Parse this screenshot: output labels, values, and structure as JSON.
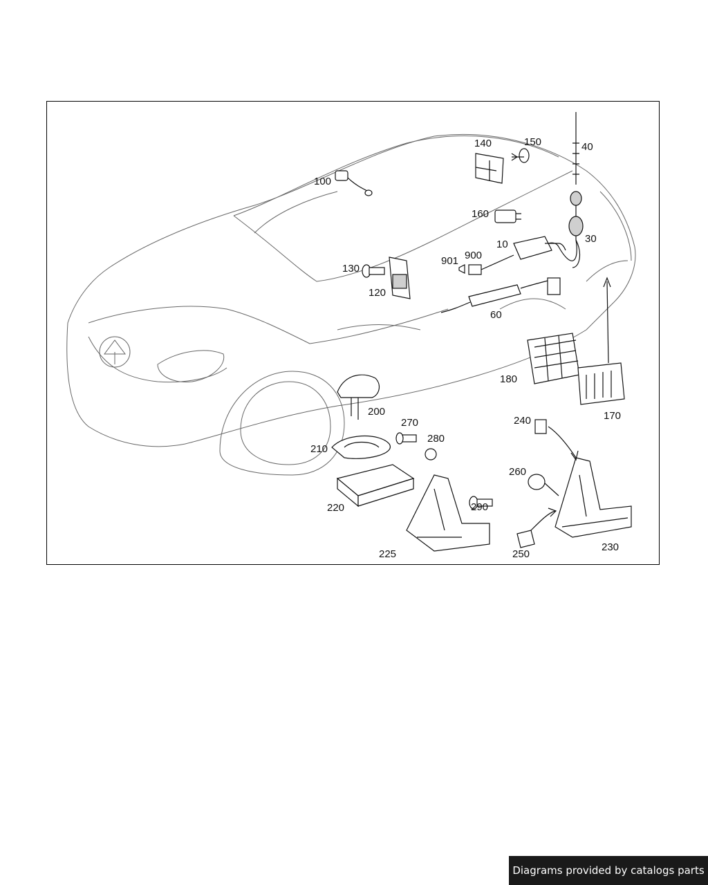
{
  "diagram": {
    "callouts": {
      "c10": "10",
      "c30": "30",
      "c40": "40",
      "c60": "60",
      "c100": "100",
      "c120": "120",
      "c130": "130",
      "c140": "140",
      "c150": "150",
      "c160": "160",
      "c170": "170",
      "c180": "180",
      "c200": "200",
      "c210": "210",
      "c220": "220",
      "c225": "225",
      "c230": "230",
      "c240": "240",
      "c250": "250",
      "c260": "260",
      "c270": "270",
      "c280": "280",
      "c290": "290",
      "c900": "900",
      "c901": "901"
    }
  },
  "footer": {
    "credit": "Diagrams provided by catalogs parts"
  }
}
